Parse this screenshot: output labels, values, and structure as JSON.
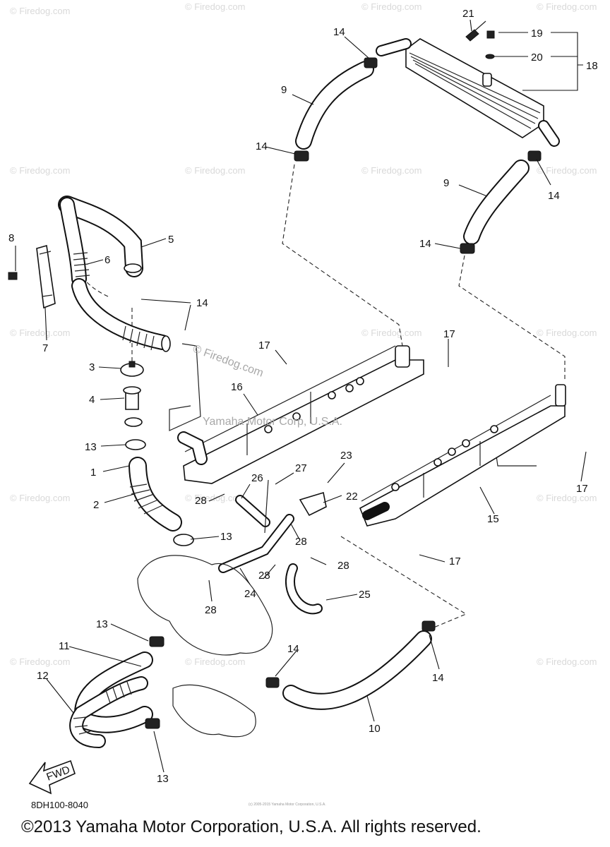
{
  "diagram": {
    "part_labels": [
      "1",
      "2",
      "3",
      "4",
      "5",
      "6",
      "7",
      "8",
      "9",
      "10",
      "11",
      "12",
      "13",
      "14",
      "15",
      "16",
      "17",
      "18",
      "19",
      "20",
      "21",
      "22",
      "23",
      "24",
      "25",
      "26",
      "27",
      "28"
    ],
    "callouts": {
      "c21": "21",
      "c19": "19",
      "c20": "20",
      "c18": "18",
      "c14_top": "14",
      "c9_top": "9",
      "c14_topleft": "14",
      "c9_right": "9",
      "c14_right_a": "14",
      "c14_right_b": "14",
      "c8": "8",
      "c5": "5",
      "c6": "6",
      "c14_mid": "14",
      "c7": "7",
      "c3": "3",
      "c4": "4",
      "c17_a": "17",
      "c17_b": "17",
      "c16": "16",
      "c13_a": "13",
      "c1": "1",
      "c27": "27",
      "c23": "23",
      "c26": "26",
      "c28_a": "28",
      "c22": "22",
      "c2": "2",
      "c15": "15",
      "c17_c": "17",
      "c13_b": "13",
      "c28_b": "28",
      "c28_c": "28",
      "c17_d": "17",
      "c28_d": "28",
      "c24": "24",
      "c25": "25",
      "c28_e": "28",
      "c13_c": "13",
      "c11": "11",
      "c14_low": "14",
      "c14_lowright": "14",
      "c12": "12",
      "c10": "10",
      "c13_d": "13"
    },
    "fwd_arrow": "FWD",
    "diagram_code": "8DH100-8040",
    "watermark_domain": "© Firedog.com",
    "watermark_mid": "© Firedog.com",
    "watermark_yamaha": "Yamaha Motor Corp, U.S.A.",
    "watermark_tiny": "(c) 2005-2015 Yamaha Motor Corporation, U.S.A."
  },
  "footer": {
    "copyright": "©2013 Yamaha Motor Corporation, U.S.A. All rights reserved."
  }
}
